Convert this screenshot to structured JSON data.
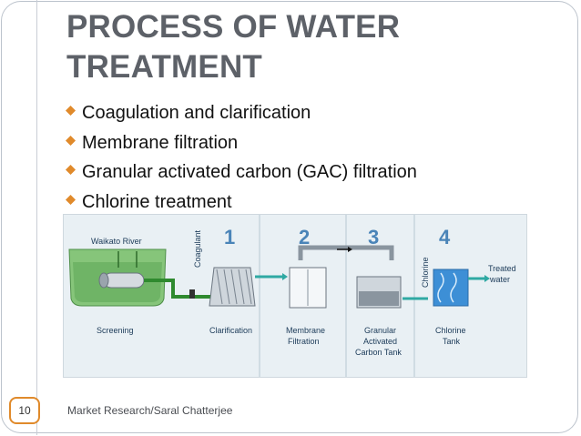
{
  "slide": {
    "title": "PROCESS OF WATER TREATMENT",
    "bullets": [
      "Coagulation and clarification",
      "Membrane filtration",
      "Granular activated carbon (GAC) filtration",
      "Chlorine treatment"
    ],
    "bullet_icon": "diamond-bullet-icon",
    "accent_color": "#e08a2b",
    "footer": "Market Research/Saral Chatterjee",
    "page_number": "10"
  },
  "diagram": {
    "river_label": "Waikato River",
    "coagulant_label": "Coagulant",
    "chlorine_label": "Chlorine",
    "treated_label_line1": "Treated",
    "treated_label_line2": "water",
    "steps": [
      {
        "number": "1",
        "label_line1": "Clarification",
        "label_line2": "",
        "label_line3": ""
      },
      {
        "number": "2",
        "label_line1": "Membrane",
        "label_line2": "Filtration",
        "label_line3": ""
      },
      {
        "number": "3",
        "label_line1": "Granular",
        "label_line2": "Activated",
        "label_line3": "Carbon Tank"
      },
      {
        "number": "4",
        "label_line1": "Chlorine",
        "label_line2": "Tank",
        "label_line3": ""
      }
    ],
    "screening_label": "Screening"
  }
}
